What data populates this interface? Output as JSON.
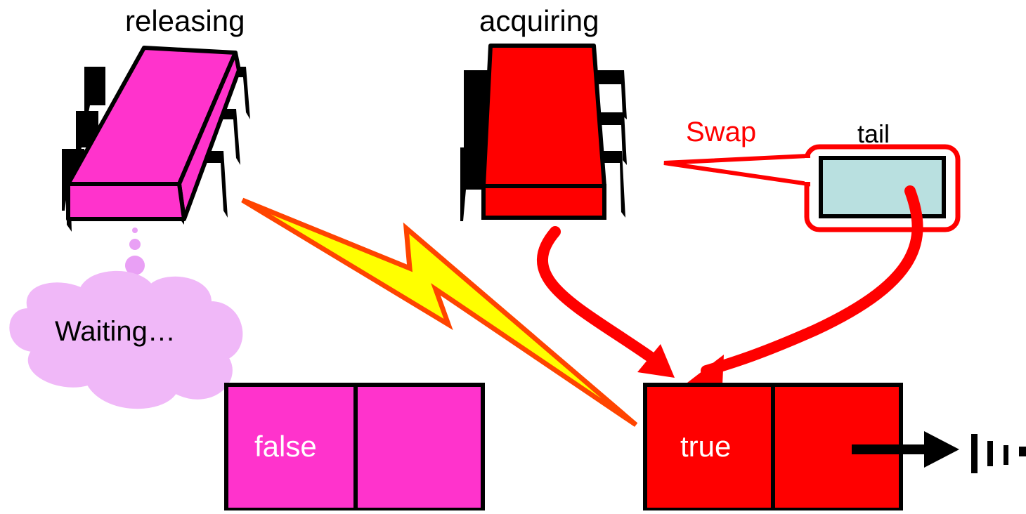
{
  "threads": {
    "releasing": {
      "label": "releasing",
      "color": "#ff33cc"
    },
    "acquiring": {
      "label": "acquiring",
      "color": "#ff0000"
    }
  },
  "thought_bubble": {
    "text": "Waiting…",
    "color": "#e9a0f5"
  },
  "swap": {
    "label": "Swap",
    "color": "#ff0000"
  },
  "tail": {
    "label": "tail",
    "fill": "#b9e0e0",
    "border": "#ff0000"
  },
  "qnodes": {
    "released": {
      "flag": "false",
      "fill": "#ff33cc"
    },
    "acquiring": {
      "flag": "true",
      "fill": "#ff0000"
    }
  },
  "null_ground": {
    "glyph": "|ıı"
  },
  "lightning": {
    "fill": "#ffff00",
    "stroke": "#ff4400"
  },
  "arrow_color": "#ff0000"
}
